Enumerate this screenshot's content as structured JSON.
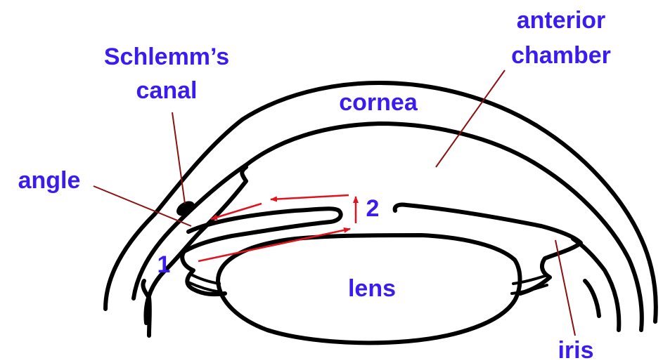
{
  "labels": {
    "anterior_chamber_line1": "anterior",
    "anterior_chamber_line2": "chamber",
    "schlemms_line1": "Schlemm’s",
    "schlemms_line2": "canal",
    "cornea": "cornea",
    "angle": "angle",
    "lens": "lens",
    "iris": "iris",
    "step1": "1",
    "step2": "2"
  },
  "colors": {
    "label": "#3a1cf0",
    "leader_line": "#8b1010",
    "flow_arrow": "#e0141e",
    "outline": "#000000"
  }
}
